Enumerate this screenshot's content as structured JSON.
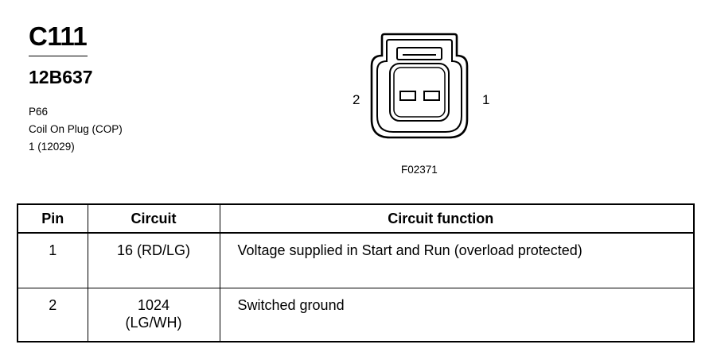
{
  "header": {
    "connector_id": "C111",
    "part_number": "12B637",
    "info_lines": [
      "P66",
      "Coil On Plug (COP)",
      "1 (12029)"
    ]
  },
  "figure": {
    "pin_labels": {
      "left": "2",
      "right": "1"
    },
    "figure_id": "F02371"
  },
  "table": {
    "headers": {
      "pin": "Pin",
      "circuit": "Circuit",
      "function": "Circuit function"
    },
    "rows": [
      {
        "pin": "1",
        "circuit_lines": [
          "16 (RD/LG)"
        ],
        "function": "Voltage supplied in Start and Run (overload protected)"
      },
      {
        "pin": "2",
        "circuit_lines": [
          "1024",
          "(LG/WH)"
        ],
        "function": "Switched ground"
      }
    ]
  }
}
